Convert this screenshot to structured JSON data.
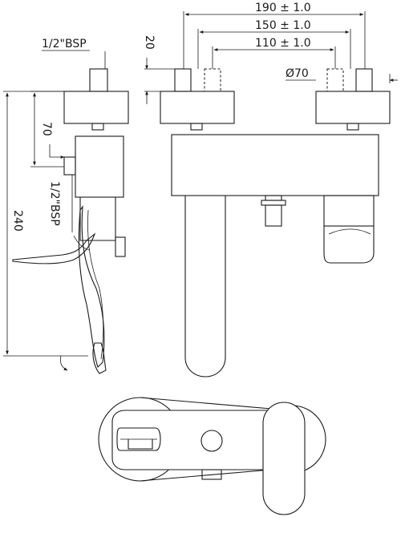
{
  "dimensions": {
    "width_overall": "190 ± 1.0",
    "width_mid": "150 ± 1.0",
    "width_inner": "110 ± 1.0",
    "diameter": "Ø70",
    "height_total": "240",
    "offset_70": "70",
    "offset_20": "20",
    "thread_top": "1/2\"BSP",
    "thread_side": "1/2\"BSP"
  },
  "colors": {
    "line": "#1a1a1a",
    "background": "#ffffff"
  }
}
